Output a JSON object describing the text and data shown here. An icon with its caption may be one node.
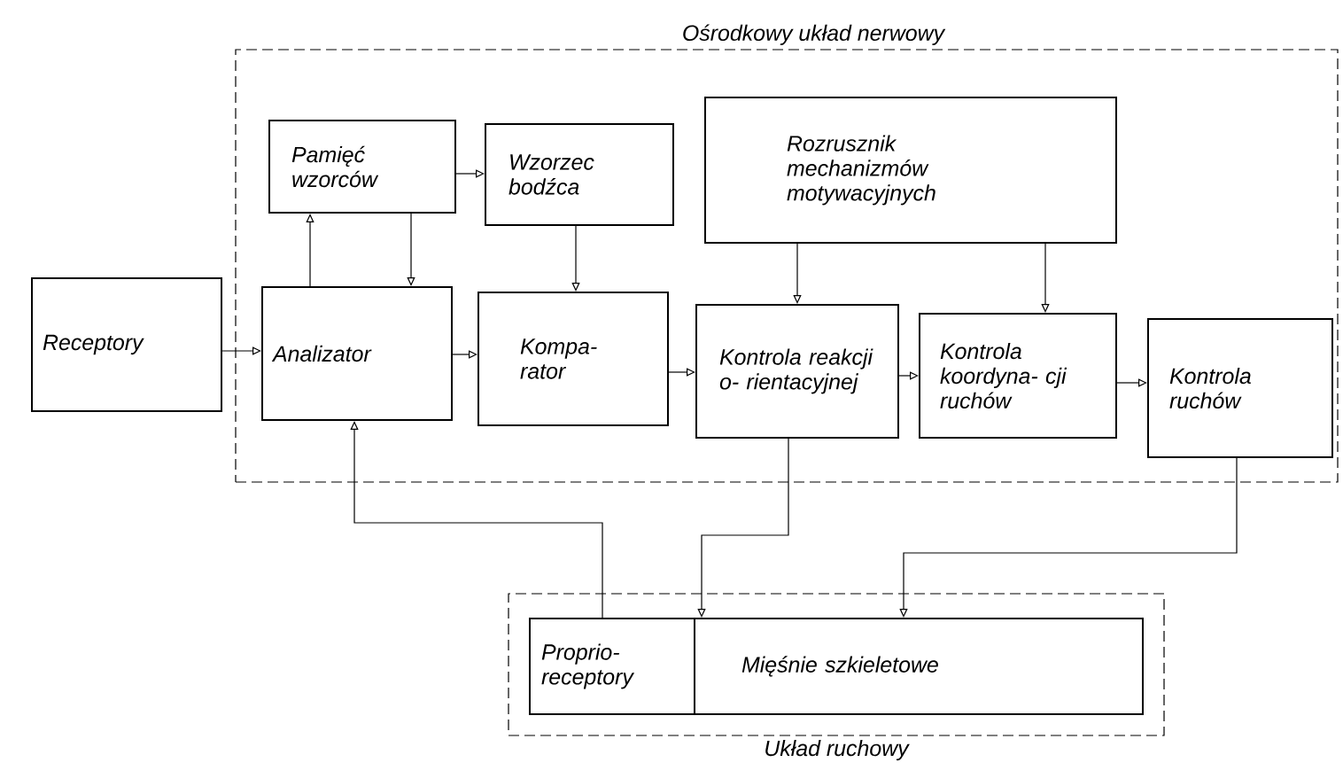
{
  "diagram": {
    "nodes": [
      {
        "text": [
          "Ośrodkowy układ nerwowy"
        ]
      },
      {
        "text": [
          "Pamięć wzorców"
        ],
        "in": 0
      },
      {
        "text": [
          "Wzorzec bodźca"
        ],
        "in": 0
      },
      {
        "text": [
          "Rozrusznik mechanizmów motywacyjnych"
        ],
        "in": 0
      },
      {
        "text": [
          "Receptory"
        ]
      },
      {
        "text": [
          "Analizator"
        ],
        "in": 0
      },
      {
        "text": [
          "Kompa- rator"
        ],
        "in": 0
      },
      {
        "text": [
          "Kontrola reakcji o- rientacyjnej"
        ],
        "in": 0
      },
      {
        "text": [
          "Kontrola koordyna- cji ruchów"
        ],
        "in": 0
      },
      {
        "text": [
          "Kontrola ruchów"
        ],
        "in": 0
      },
      {
        "text": [
          "Układ ruchowy"
        ]
      },
      {
        "text": [
          "Proprio- receptory"
        ],
        "in": 10
      },
      {
        "text": [
          "Mięśnie szkieletowe"
        ],
        "in": 10
      }
    ],
    "edges": [
      {
        "from": 4,
        "to": 5,
        "arrow": "to"
      },
      {
        "from": 5,
        "to": 1,
        "arrow": "to"
      },
      {
        "from": 1,
        "to": 5,
        "arrow": "to"
      },
      {
        "from": 1,
        "to": 2,
        "arrow": "to"
      },
      {
        "from": 2,
        "to": 6,
        "arrow": "to"
      },
      {
        "from": 5,
        "to": 6,
        "arrow": "to"
      },
      {
        "from": 6,
        "to": 7,
        "arrow": "to"
      },
      {
        "from": 3,
        "to": 7,
        "arrow": "to"
      },
      {
        "from": 3,
        "to": 8,
        "arrow": "to"
      },
      {
        "from": 7,
        "to": 8,
        "arrow": "to"
      },
      {
        "from": 8,
        "to": 9,
        "arrow": "to"
      },
      {
        "from": 11,
        "to": 5,
        "arrow": "to"
      },
      {
        "from": 7,
        "to": 12,
        "arrow": "to"
      },
      {
        "from": 9,
        "to": 12,
        "arrow": "to"
      }
    ]
  }
}
